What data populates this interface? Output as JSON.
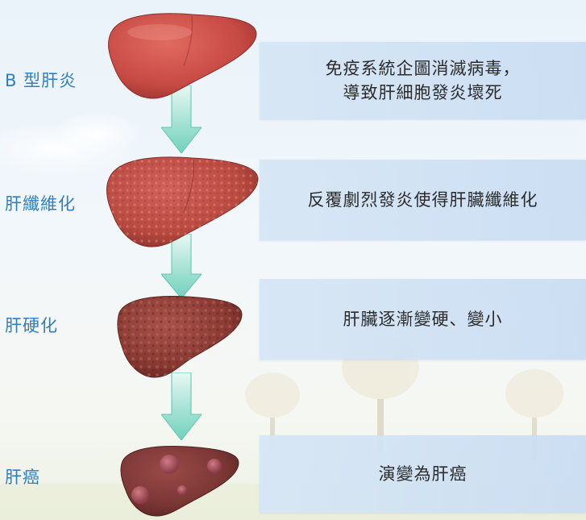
{
  "stages": [
    {
      "label": "B 型肝炎",
      "desc_line1": "免疫系統企圖消滅病毒，",
      "desc_line2": "導致肝細胞發炎壞死"
    },
    {
      "label": "肝纖維化",
      "desc": "反覆劇烈發炎使得肝臟纖維化"
    },
    {
      "label": "肝硬化",
      "desc": "肝臟逐漸變硬、變小"
    },
    {
      "label": "肝癌",
      "desc": "演變為肝癌"
    }
  ],
  "colors": {
    "label": "#2f7fbf",
    "arrow": "#7fd7c2",
    "liver_healthy": "#c74a44",
    "liver_fibrosis": "#b84a40",
    "liver_cirrhosis": "#8a3a32",
    "liver_cancer": "#7a3634"
  }
}
